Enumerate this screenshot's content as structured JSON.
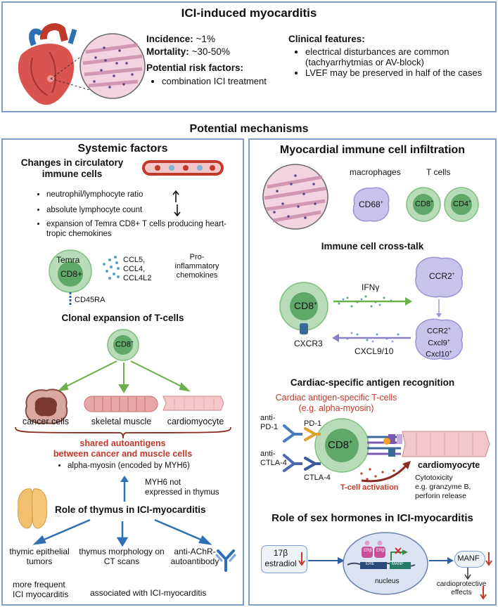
{
  "top": {
    "title": "ICI-induced myocarditis",
    "incidence_label": "Incidence:",
    "incidence_value": "~1%",
    "mortality_label": "Mortality:",
    "mortality_value": "~30-50%",
    "risk_title": "Potential risk factors:",
    "risk_items": [
      "combination ICI treatment"
    ],
    "clinical_title": "Clinical features:",
    "clinical_items": [
      "electrical disturbances are common (tachyarrhytmias or AV-block)",
      "LVEF may be preserved in half of the cases"
    ]
  },
  "mechanisms_title": "Potential mechanisms",
  "left": {
    "title": "Systemic factors",
    "circ_title_1": "Changes in circulatory",
    "circ_title_2": "immune cells",
    "circ_items": [
      "neutrophil/lymphocyte ratio",
      "absolute lymphocyte count",
      "expansion of Temra CD8+ T cells producing heart-tropic chemokines"
    ],
    "temra_label": "Temra",
    "cd8_plus": "CD8+",
    "cd45ra": "CD45RA",
    "chemokines": [
      "CCL5,",
      "CCL4,",
      "CCL4L2"
    ],
    "proinfl_1": "Pro-",
    "proinfl_2": "inflammatory",
    "proinfl_3": "chemokines",
    "clonal_title": "Clonal expansion of T-cells",
    "cd8_sup_base": "CD8",
    "plus": "+",
    "targets": [
      "cancer cells",
      "skeletal muscle",
      "cardiomyocyte"
    ],
    "shared_1": "shared autoantigens",
    "shared_2": "between cancer and muscle cells",
    "alpha_item": "alpha-myosin (encoded by MYH6)",
    "myh6_1": "MYH6 not",
    "myh6_2": "expressed in thymus",
    "thymus_title": "Role of thymus in ICI-myocarditis",
    "thymus_items": [
      "thymic epithelial tumors",
      "thymus morphology on CT scans",
      "anti-AChR-autoantibody"
    ],
    "more_frequent_1": "more frequent",
    "more_frequent_2": "ICI myocarditis",
    "associated": "associated with ICI-myocarditis"
  },
  "right": {
    "title": "Myocardial immune cell infiltration",
    "macrophages": "macrophages",
    "tcells": "T cells",
    "cd68": "CD68",
    "cd4": "CD4",
    "crosstalk_title": "Immune cell cross-talk",
    "ifng": "IFNγ",
    "ccr2": "CCR2",
    "cxcr3": "CXCR3",
    "cxcl910": "CXCL9/10",
    "cxcl9": "Cxcl9",
    "cxcl10": "Cxcl10",
    "antigen_title": "Cardiac-specific antigen recognition",
    "antigen_sub_1": "Cardiac antigen-specific T-cells",
    "antigen_sub_2": "(e.g. alpha-myosin)",
    "anti_pd1_1": "anti-",
    "anti_pd1_2": "PD-1",
    "pd1": "PD-1",
    "anti_ctla4_1": "anti-",
    "anti_ctla4_2": "CTLA-4",
    "ctla4": "CTLA-4",
    "cardiomyocyte": "cardiomyocyte",
    "tcell_activation": "T-cell activation",
    "cyto_1": "Cytotoxicity",
    "cyto_2": "e.g. granzyme B,",
    "cyto_3": "perforin release",
    "sex_title": "Role of sex hormones in ICI-myocarditis",
    "estradiol_1": "17β",
    "estradiol_2": "estradiol",
    "er_label": "ERβ",
    "ere": "ERE",
    "manf_small": "MANF",
    "nucleus": "nucleus",
    "manf": "MANF",
    "cardioprotective_1": "cardioprotective",
    "cardioprotective_2": "effects"
  }
}
